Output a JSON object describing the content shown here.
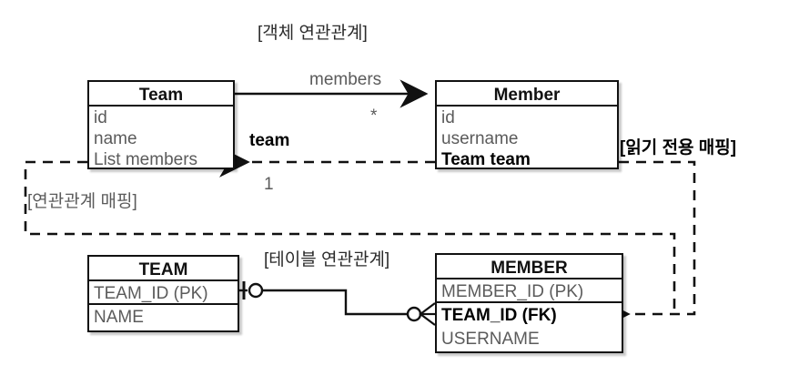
{
  "diagram": {
    "section_titles": {
      "object": "[객체 연관관계]",
      "table": "[테이블 연관관계]"
    },
    "annotations": {
      "association_mapping": "[연관관계 매핑]",
      "read_only_mapping": "[읽기 전용 매핑]"
    },
    "colors": {
      "stroke": "#111111",
      "attribute_text": "#5b5b5b",
      "emphasis_text": "#000000",
      "background": "#ffffff"
    },
    "object_model": {
      "team": {
        "title": "Team",
        "attributes": [
          {
            "text": "id",
            "emphasis": false
          },
          {
            "text": "name",
            "emphasis": false
          },
          {
            "text": "List members",
            "emphasis": false
          }
        ]
      },
      "member": {
        "title": "Member",
        "attributes": [
          {
            "text": "id",
            "emphasis": false
          },
          {
            "text": "username",
            "emphasis": false
          },
          {
            "text": "Team team",
            "emphasis": true
          }
        ]
      },
      "edges": {
        "members": {
          "label": "members",
          "multiplicity": "*"
        },
        "team": {
          "label": "team",
          "multiplicity": "1"
        }
      }
    },
    "table_model": {
      "team": {
        "title": "TEAM",
        "columns": [
          {
            "text": "TEAM_ID (PK)",
            "emphasis": false
          },
          {
            "text": "NAME",
            "emphasis": false
          }
        ]
      },
      "member": {
        "title": "MEMBER",
        "columns": [
          {
            "text": "MEMBER_ID (PK)",
            "emphasis": false
          },
          {
            "text": "TEAM_ID (FK)",
            "emphasis": true
          },
          {
            "text": "USERNAME",
            "emphasis": false
          }
        ]
      }
    }
  }
}
